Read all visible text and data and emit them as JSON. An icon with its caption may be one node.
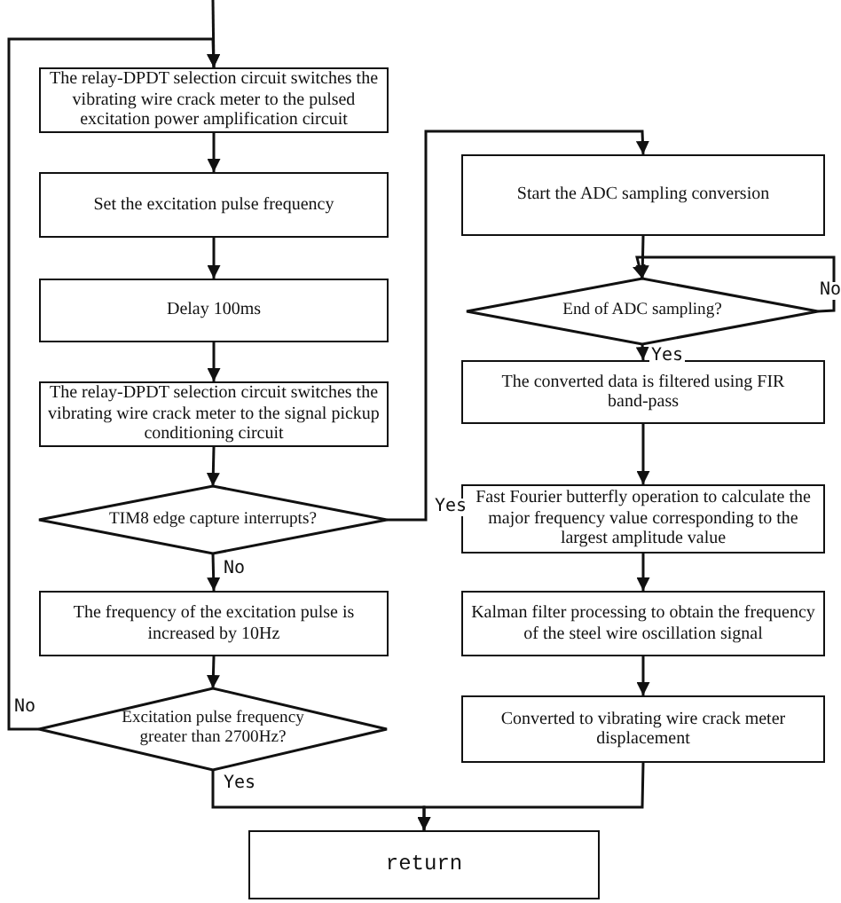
{
  "diagram": {
    "nodes": [
      {
        "text": [
          "The relay-DPDT selection circuit switches the vibrating wire crack meter to the pulsed excitation power amplification circuit"
        ]
      },
      {
        "text": [
          "Set the excitation pulse frequency"
        ]
      },
      {
        "text": [
          "Delay 100ms"
        ]
      },
      {
        "text": [
          "The relay-DPDT selection circuit switches the vibrating wire crack meter to the signal pickup conditioning circuit"
        ]
      },
      {
        "text": [
          "TIM8 edge capture interrupts?"
        ]
      },
      {
        "text": [
          "The frequency of the excitation pulse is increased by 10Hz"
        ]
      },
      {
        "text": [
          "Excitation pulse frequency greater than 2700Hz?"
        ]
      },
      {
        "text": [
          "Start the ADC sampling conversion"
        ]
      },
      {
        "text": [
          "End of ADC sampling?"
        ]
      },
      {
        "text": [
          "The converted data is filtered using FIR band-pass"
        ]
      },
      {
        "text": [
          "Fast Fourier butterfly operation to calculate the major frequency value corresponding to the largest amplitude value"
        ]
      },
      {
        "text": [
          "Kalman filter processing to obtain the frequency of the steel wire oscillation signal"
        ]
      },
      {
        "text": [
          "Converted to vibrating wire crack meter displacement"
        ]
      },
      {
        "text": [
          "return"
        ]
      }
    ],
    "edges": [
      {
        "from": null,
        "to": 0,
        "arrow": "to"
      },
      {
        "from": 0,
        "to": 1,
        "arrow": "to"
      },
      {
        "from": 1,
        "to": 2,
        "arrow": "to"
      },
      {
        "from": 2,
        "to": 3,
        "arrow": "to"
      },
      {
        "from": 3,
        "to": 4,
        "arrow": "to"
      },
      {
        "from": 4,
        "to": 5,
        "arrow": "to",
        "label": "No"
      },
      {
        "from": 4,
        "to": 7,
        "arrow": "to",
        "label": "Yes"
      },
      {
        "from": 5,
        "to": 6,
        "arrow": "to"
      },
      {
        "from": 6,
        "to": 0,
        "arrow": "to",
        "label": "No"
      },
      {
        "from": 6,
        "to": 13,
        "arrow": "to",
        "label": "Yes"
      },
      {
        "from": 7,
        "to": 8,
        "arrow": "to"
      },
      {
        "from": 8,
        "to": 8,
        "arrow": "to",
        "label": "No"
      },
      {
        "from": 8,
        "to": 9,
        "arrow": "to",
        "label": "Yes"
      },
      {
        "from": 9,
        "to": 10,
        "arrow": "to"
      },
      {
        "from": 10,
        "to": 11,
        "arrow": "to"
      },
      {
        "from": 11,
        "to": 12,
        "arrow": "to"
      },
      {
        "from": 12,
        "to": 13,
        "arrow": "to"
      }
    ]
  }
}
